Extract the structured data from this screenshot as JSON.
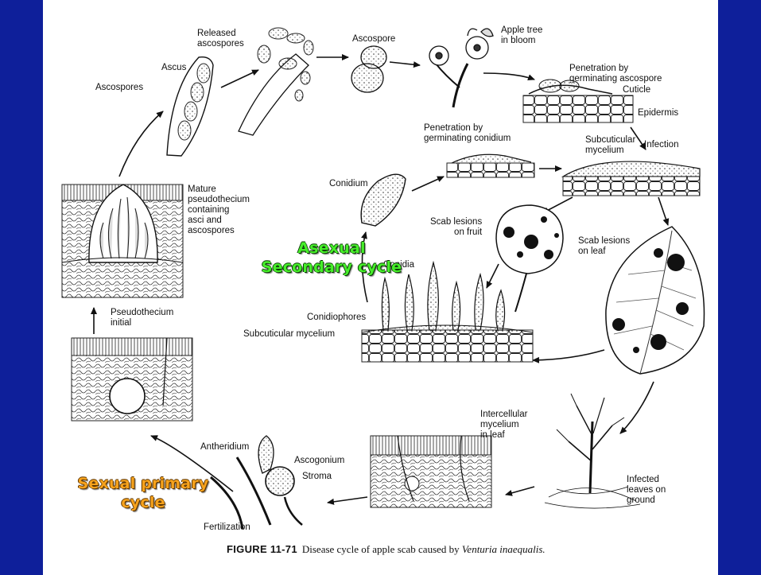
{
  "labels": {
    "ascus": "Ascus",
    "ascospores": "Ascospores",
    "released_ascospores": "Released\nascospores",
    "ascospore": "Ascospore",
    "apple_tree": "Apple tree\nin bloom",
    "penetration_ascospore": "Penetration by\ngerminating ascospore",
    "cuticle": "Cuticle",
    "epidermis": "Epidermis",
    "infection": "Infection",
    "subcuticular_mycelium_top": "Subcuticular\nmycelium",
    "penetration_conidium": "Penetration by\ngerminating conidium",
    "conidium": "Conidium",
    "mature_pseudothecium": "Mature\npseudothecium\ncontaining\nasci and\nascospores",
    "scab_fruit": "Scab lesions\non fruit",
    "scab_leaf": "Scab lesions\non leaf",
    "conidia": "Conidia",
    "conidiophores": "Conidiophores",
    "subcuticular_mycelium_bottom": "Subcuticular mycelium",
    "pseudothecium_initial": "Pseudothecium\ninitial",
    "intercellular_mycelium": "Intercellular\nmycelium\nin leaf",
    "antheridium": "Antheridium",
    "ascogonium": "Ascogonium",
    "stroma": "Stroma",
    "fertilization": "Fertilization",
    "infected_leaves": "Infected\nleaves on\nground"
  },
  "cycles": {
    "asexual_line1": "Asexual",
    "asexual_line2": "Secondary cycle",
    "sexual_line1": "Sexual primary",
    "sexual_line2": "cycle"
  },
  "caption": {
    "figure": "FIGURE 11-71",
    "text": "Disease cycle of apple scab caused by ",
    "species": "Venturia inaequalis."
  },
  "colors": {
    "side_band": "#0e1f9a",
    "asexual_text": "#46ee2a",
    "sexual_text": "#f6a21c"
  }
}
